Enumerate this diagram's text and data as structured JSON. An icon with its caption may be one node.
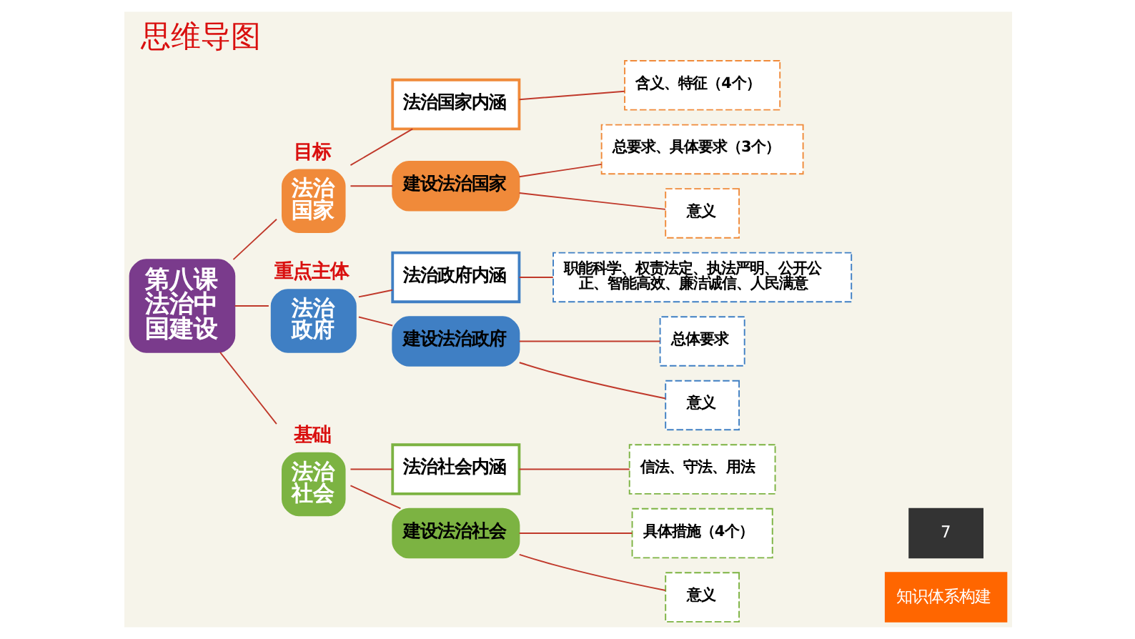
{
  "diagram": {
    "title": "思维导图",
    "nodes": [
      {
        "text": [
          "第八课法治中国建设"
        ]
      },
      {
        "text": [
          "法治国家"
        ],
        "beside": [
          "目标"
        ]
      },
      {
        "text": [
          "法治国家内涵"
        ]
      },
      {
        "text": [
          "含义、特征（4个）"
        ]
      },
      {
        "text": [
          "建设法治国家"
        ]
      },
      {
        "text": [
          "总要求、具体要求（3个）"
        ]
      },
      {
        "text": [
          "意义"
        ]
      },
      {
        "text": [
          "法治政府"
        ],
        "beside": [
          "重点主体"
        ]
      },
      {
        "text": [
          "法治政府内涵"
        ]
      },
      {
        "text": [
          "职能科学、权责法定、执法严明、公开公正、智能高效、廉洁诚信、人民满意"
        ]
      },
      {
        "text": [
          "建设法治政府"
        ]
      },
      {
        "text": [
          "总体要求"
        ]
      },
      {
        "text": [
          "意义"
        ]
      },
      {
        "text": [
          "法治社会"
        ],
        "beside": [
          "基础"
        ]
      },
      {
        "text": [
          "法治社会内涵"
        ]
      },
      {
        "text": [
          "信法、守法、用法"
        ]
      },
      {
        "text": [
          "建设法治社会"
        ]
      },
      {
        "text": [
          "具体措施（4个）"
        ]
      },
      {
        "text": [
          "意义"
        ]
      }
    ],
    "edges": [
      {
        "from": 0,
        "to": 1,
        "arrow": "none"
      },
      {
        "from": 0,
        "to": 7,
        "arrow": "none"
      },
      {
        "from": 0,
        "to": 13,
        "arrow": "none"
      },
      {
        "from": 1,
        "to": 2,
        "arrow": "none"
      },
      {
        "from": 1,
        "to": 4,
        "arrow": "none"
      },
      {
        "from": 2,
        "to": 3,
        "arrow": "none"
      },
      {
        "from": 4,
        "to": 5,
        "arrow": "none"
      },
      {
        "from": 4,
        "to": 6,
        "arrow": "none"
      },
      {
        "from": 7,
        "to": 8,
        "arrow": "none"
      },
      {
        "from": 7,
        "to": 10,
        "arrow": "none"
      },
      {
        "from": 8,
        "to": 9,
        "arrow": "none"
      },
      {
        "from": 10,
        "to": 11,
        "arrow": "none"
      },
      {
        "from": 10,
        "to": 12,
        "arrow": "none"
      },
      {
        "from": 13,
        "to": 14,
        "arrow": "none"
      },
      {
        "from": 13,
        "to": 16,
        "arrow": "none"
      },
      {
        "from": 14,
        "to": 15,
        "arrow": "none"
      },
      {
        "from": 16,
        "to": 17,
        "arrow": "none"
      },
      {
        "from": 16,
        "to": 18,
        "arrow": "none"
      }
    ],
    "labels": [
      "知识体系构建",
      "7"
    ]
  }
}
